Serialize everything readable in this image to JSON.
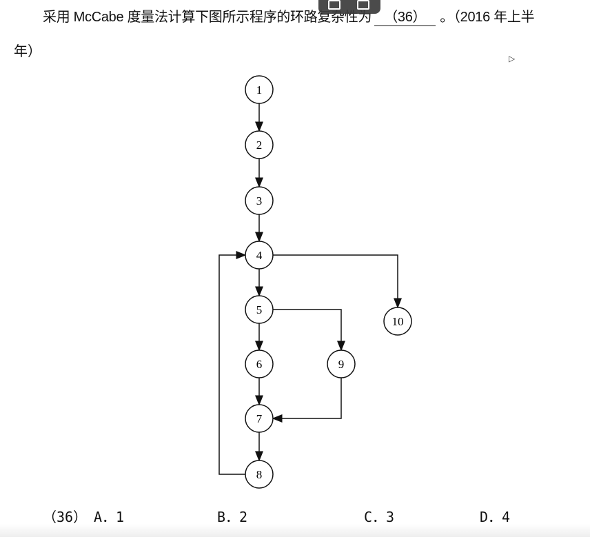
{
  "question": {
    "text_before": "采用 McCabe 度量法计算下图所示程序的环路复杂性为",
    "blank": "（36）",
    "text_after": "。（2016 年上半",
    "text_line2": "年）"
  },
  "graph": {
    "nodes": [
      "1",
      "2",
      "3",
      "4",
      "5",
      "6",
      "7",
      "8",
      "9",
      "10"
    ],
    "edges": [
      [
        "1",
        "2"
      ],
      [
        "2",
        "3"
      ],
      [
        "3",
        "4"
      ],
      [
        "4",
        "5"
      ],
      [
        "4",
        "10"
      ],
      [
        "5",
        "6"
      ],
      [
        "5",
        "9"
      ],
      [
        "6",
        "7"
      ],
      [
        "9",
        "7"
      ],
      [
        "7",
        "8"
      ],
      [
        "8",
        "4"
      ]
    ]
  },
  "options": {
    "number": "（36）",
    "a": "A．1",
    "b": "B．2",
    "c": "C．3",
    "d": "D．4"
  },
  "icons": [
    "copy-icon",
    "magic-edit-icon",
    "cursor-icon"
  ]
}
